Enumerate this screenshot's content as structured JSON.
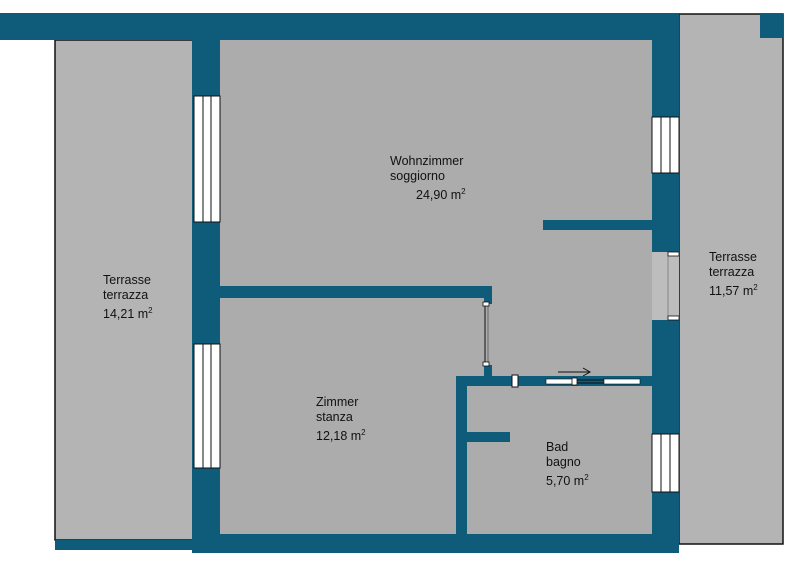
{
  "colors": {
    "wall": "#0f5b7a",
    "room": "#acacac",
    "terrace": "#b4b4b4",
    "window": "#ffffff",
    "outline": "#111111"
  },
  "rooms": {
    "terrasse_left": {
      "name_de": "Terrasse",
      "name_it": "terrazza",
      "area": "14,21 m",
      "unit_sup": "2"
    },
    "wohnzimmer": {
      "name_de": "Wohnzimmer",
      "name_it": "soggiorno",
      "area": "24,90 m",
      "unit_sup": "2"
    },
    "terrasse_right": {
      "name_de": "Terrasse",
      "name_it": "terrazza",
      "area": "11,57 m",
      "unit_sup": "2"
    },
    "zimmer": {
      "name_de": "Zimmer",
      "name_it": "stanza",
      "area": "12,18 m",
      "unit_sup": "2"
    },
    "bad": {
      "name_de": "Bad",
      "name_it": "bagno",
      "area": "5,70 m",
      "unit_sup": "2"
    }
  }
}
